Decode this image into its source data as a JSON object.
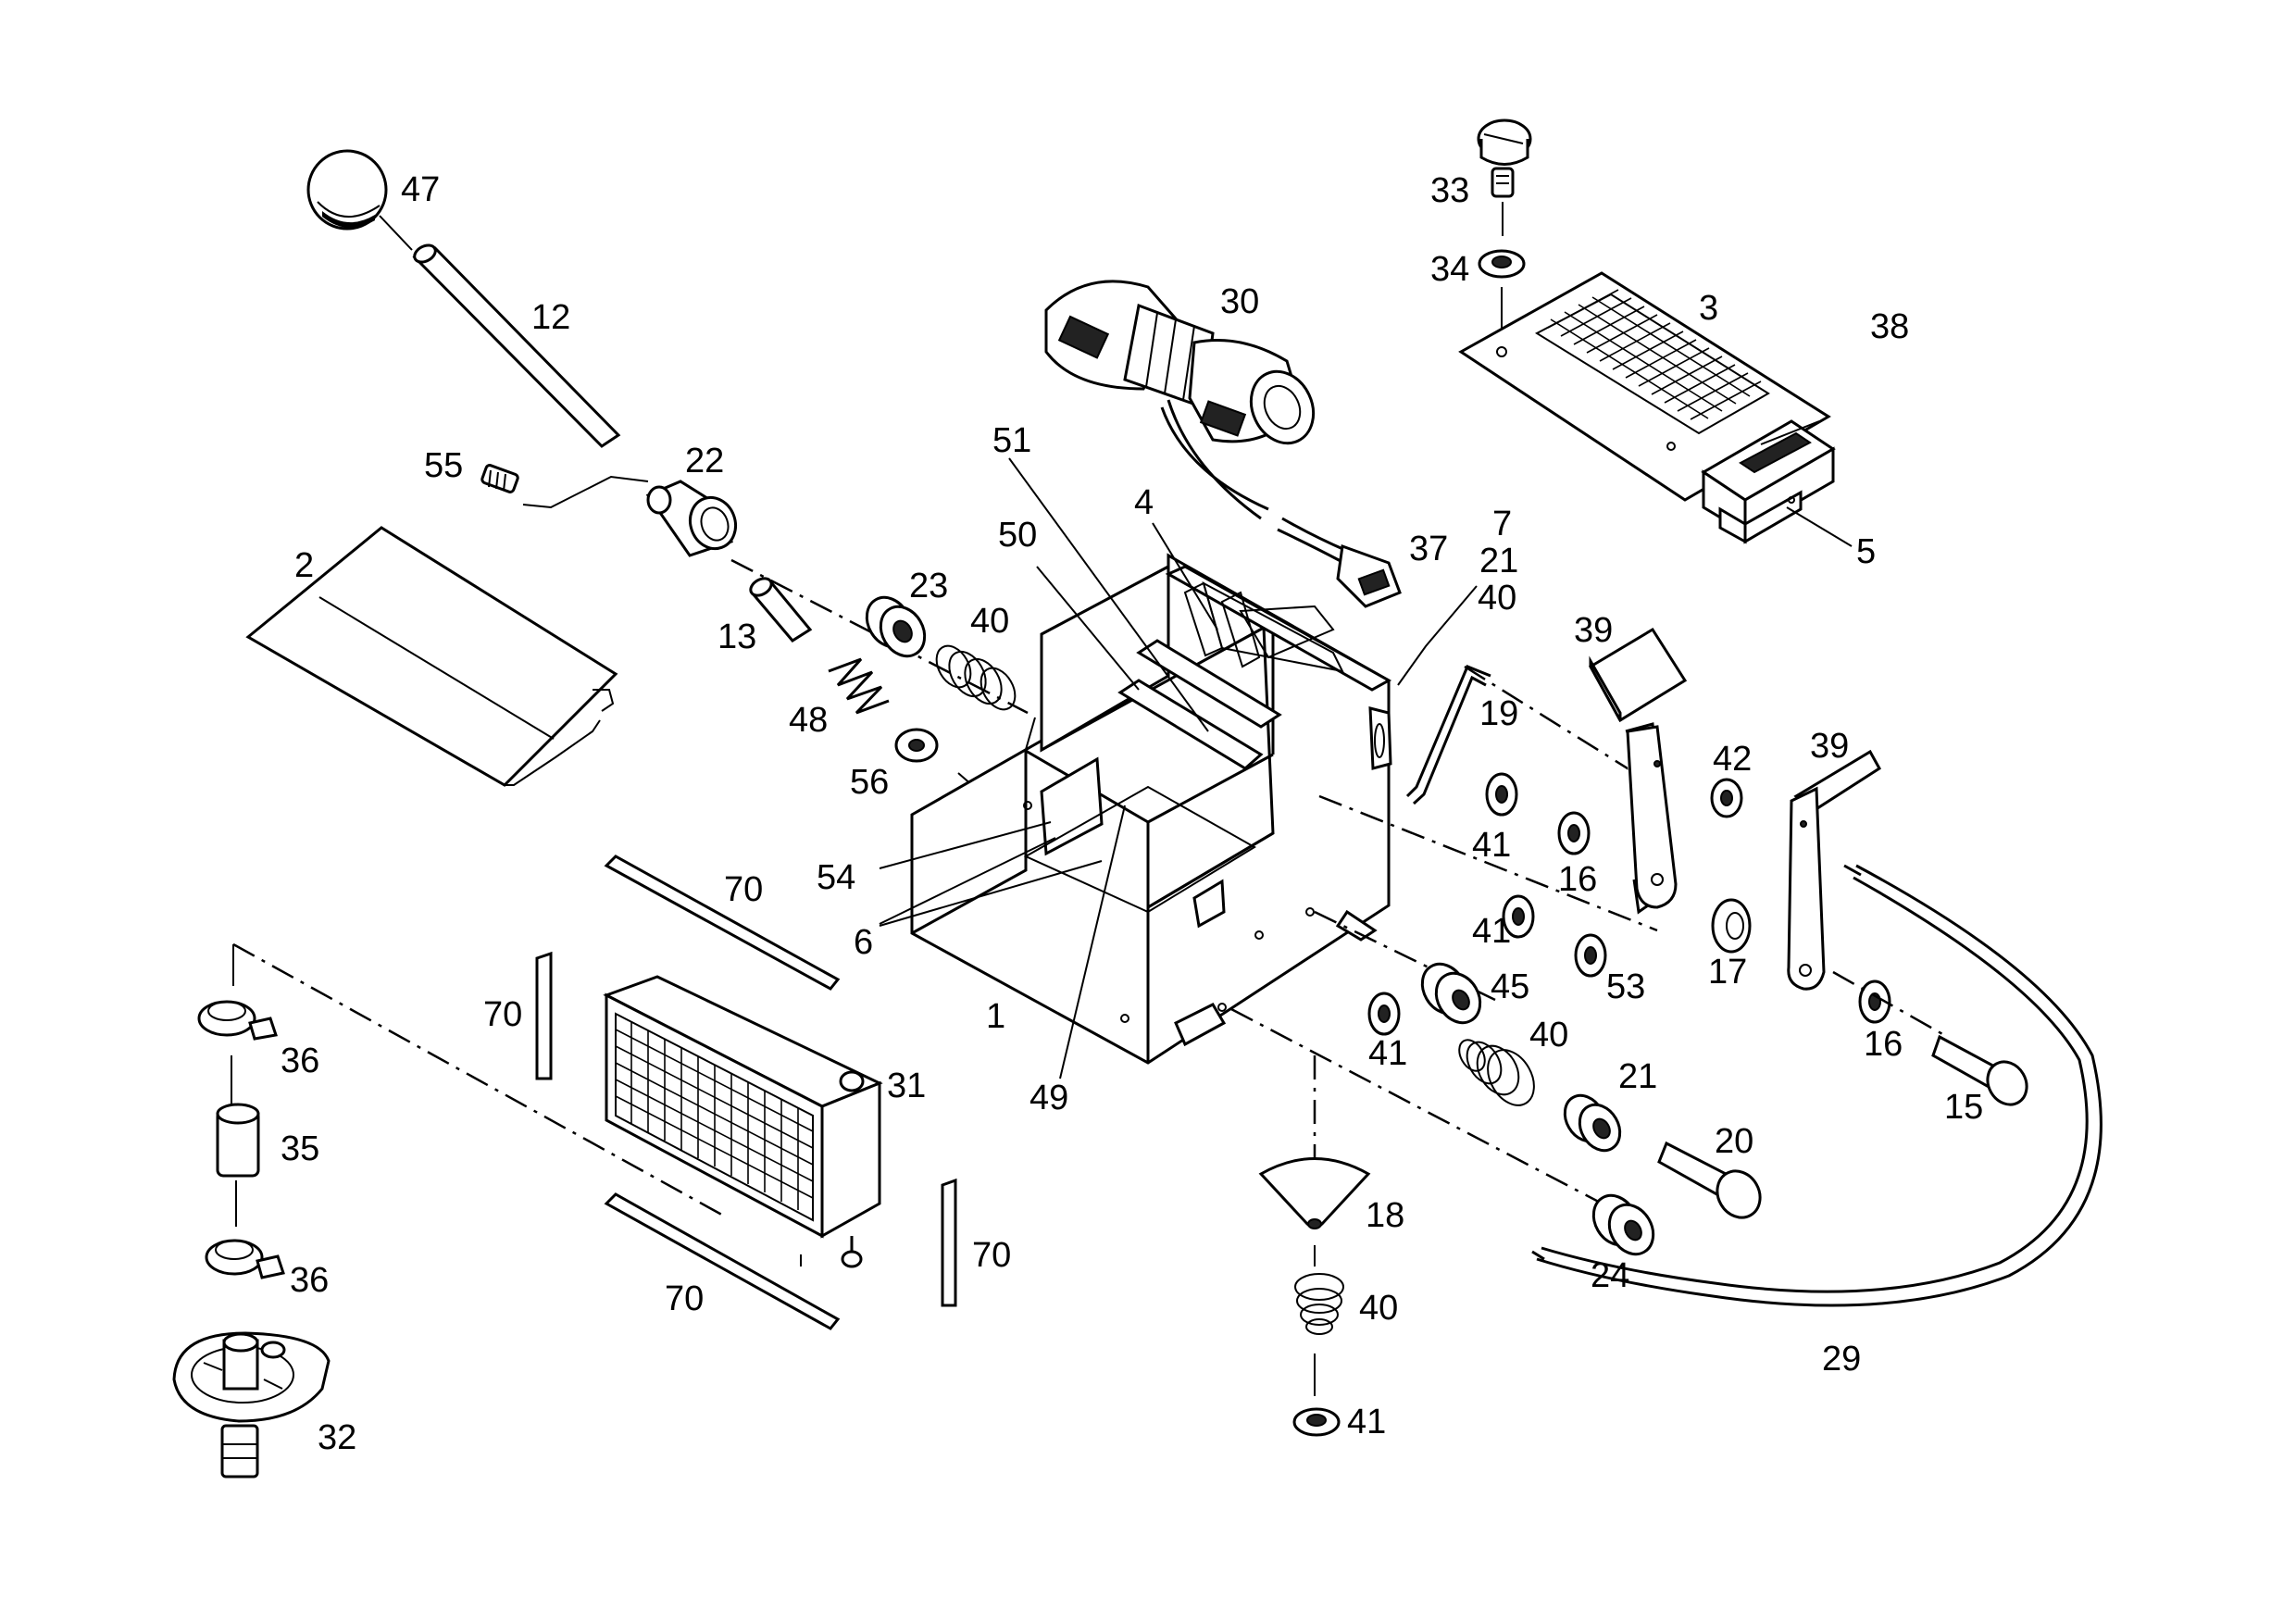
{
  "diagram": {
    "callouts": [
      {
        "id": "p47",
        "text": "47"
      },
      {
        "id": "p12",
        "text": "12"
      },
      {
        "id": "p55",
        "text": "55"
      },
      {
        "id": "p22",
        "text": "22"
      },
      {
        "id": "p2",
        "text": "2"
      },
      {
        "id": "p13",
        "text": "13"
      },
      {
        "id": "p23",
        "text": "23"
      },
      {
        "id": "p40a",
        "text": "40"
      },
      {
        "id": "p48",
        "text": "48"
      },
      {
        "id": "p56",
        "text": "56"
      },
      {
        "id": "p30",
        "text": "30"
      },
      {
        "id": "p51",
        "text": "51"
      },
      {
        "id": "p50",
        "text": "50"
      },
      {
        "id": "p4",
        "text": "4"
      },
      {
        "id": "p37",
        "text": "37"
      },
      {
        "id": "p7",
        "text": "7"
      },
      {
        "id": "p21a",
        "text": "21"
      },
      {
        "id": "p40b",
        "text": "40"
      },
      {
        "id": "p33",
        "text": "33"
      },
      {
        "id": "p34",
        "text": "34"
      },
      {
        "id": "p3",
        "text": "3"
      },
      {
        "id": "p38",
        "text": "38"
      },
      {
        "id": "p5",
        "text": "5"
      },
      {
        "id": "p39a",
        "text": "39"
      },
      {
        "id": "p19",
        "text": "19"
      },
      {
        "id": "p42",
        "text": "42"
      },
      {
        "id": "p39b",
        "text": "39"
      },
      {
        "id": "p41a",
        "text": "41"
      },
      {
        "id": "p16a",
        "text": "16"
      },
      {
        "id": "p54",
        "text": "54"
      },
      {
        "id": "p6",
        "text": "6"
      },
      {
        "id": "p70a",
        "text": "70"
      },
      {
        "id": "p41b",
        "text": "41"
      },
      {
        "id": "p53",
        "text": "53"
      },
      {
        "id": "p17",
        "text": "17"
      },
      {
        "id": "p70b",
        "text": "70"
      },
      {
        "id": "p1",
        "text": "1"
      },
      {
        "id": "p45",
        "text": "45"
      },
      {
        "id": "p16b",
        "text": "16"
      },
      {
        "id": "p36a",
        "text": "36"
      },
      {
        "id": "p41c",
        "text": "41"
      },
      {
        "id": "p40c",
        "text": "40"
      },
      {
        "id": "p31",
        "text": "31"
      },
      {
        "id": "p49",
        "text": "49"
      },
      {
        "id": "p21b",
        "text": "21"
      },
      {
        "id": "p15",
        "text": "15"
      },
      {
        "id": "p35",
        "text": "35"
      },
      {
        "id": "p20",
        "text": "20"
      },
      {
        "id": "p18",
        "text": "18"
      },
      {
        "id": "p70c",
        "text": "70"
      },
      {
        "id": "p36b",
        "text": "36"
      },
      {
        "id": "p24",
        "text": "24"
      },
      {
        "id": "p70d",
        "text": "70"
      },
      {
        "id": "p40d",
        "text": "40"
      },
      {
        "id": "p29",
        "text": "29"
      },
      {
        "id": "p32",
        "text": "32"
      },
      {
        "id": "p41d",
        "text": "41"
      }
    ]
  }
}
